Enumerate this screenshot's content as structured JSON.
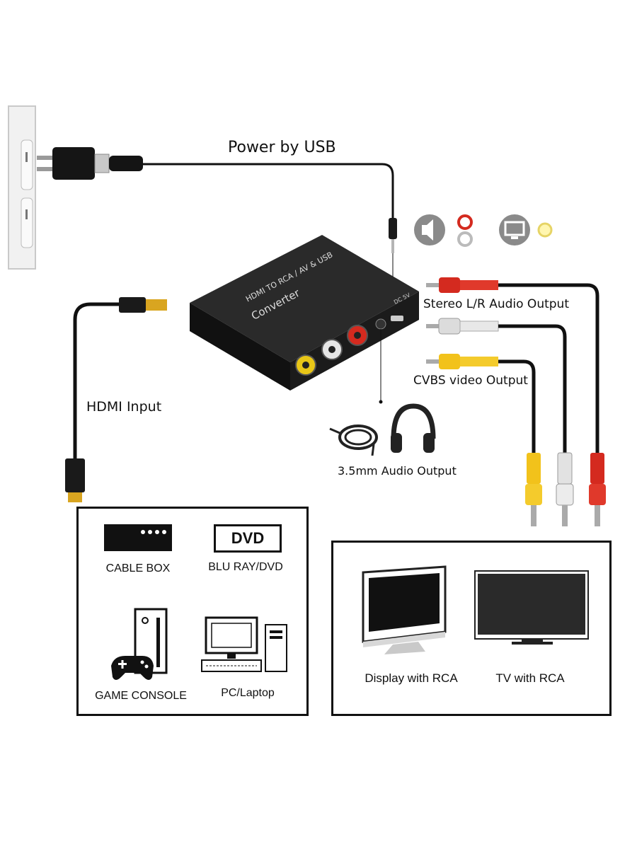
{
  "labels": {
    "power": "Power by USB",
    "stereo": "Stereo L/R Audio Output",
    "cvbs": "CVBS video Output",
    "hdmi_input": "HDMI Input",
    "audio35": "3.5mm Audio Output"
  },
  "converter": {
    "line1": "HDMI TO RCA / AV & USB",
    "line2": "Converter",
    "port_label": "DC 5V"
  },
  "sources": [
    {
      "label": "CABLE BOX",
      "icon": "cable-box-icon"
    },
    {
      "label": "BLU RAY/DVD",
      "icon": "dvd-icon",
      "badge": "DVD"
    },
    {
      "label": "GAME CONSOLE",
      "icon": "game-console-icon"
    },
    {
      "label": "PC/Laptop",
      "icon": "pc-icon"
    }
  ],
  "displays": [
    {
      "label": "Display with RCA",
      "icon": "monitor-icon"
    },
    {
      "label": "TV with RCA",
      "icon": "tv-icon"
    }
  ],
  "colors": {
    "rca_red": "#d42a1f",
    "rca_white": "#e2e2e2",
    "rca_yellow": "#f2c21b",
    "hdmi_gold": "#d9a520",
    "device": "#1b1b1b"
  }
}
